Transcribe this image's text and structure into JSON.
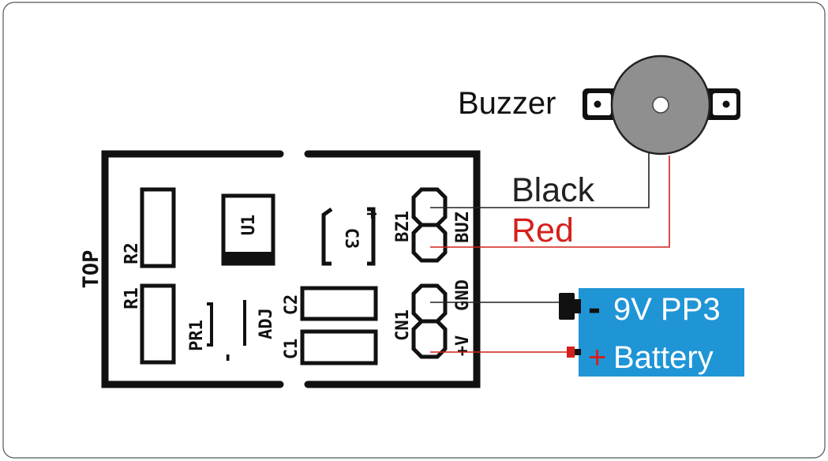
{
  "buzzer": {
    "label": "Buzzer"
  },
  "wires": {
    "black_label": "Black",
    "red_label": "Red"
  },
  "battery": {
    "line1": "9V PP3",
    "line2": "Battery",
    "minus": "-",
    "plus": "+"
  },
  "pcb": {
    "top": "TOP",
    "r1": "R1",
    "r2": "R2",
    "u1": "U1",
    "pr1": "PR1",
    "adj": "ADJ",
    "c1": "C1",
    "c2": "C2",
    "c3": "C3",
    "c3_plus": "+",
    "bz1": "BZ1",
    "buz": "BUZ",
    "cn1": "CN1",
    "gnd": "GND",
    "plus_v": "+V",
    "dash": "-"
  },
  "colors": {
    "black_wire": "#222222",
    "red_wire": "#d4201c",
    "battery_fill": "#1f95d6",
    "buzzer_body": "#8f8f8f"
  }
}
